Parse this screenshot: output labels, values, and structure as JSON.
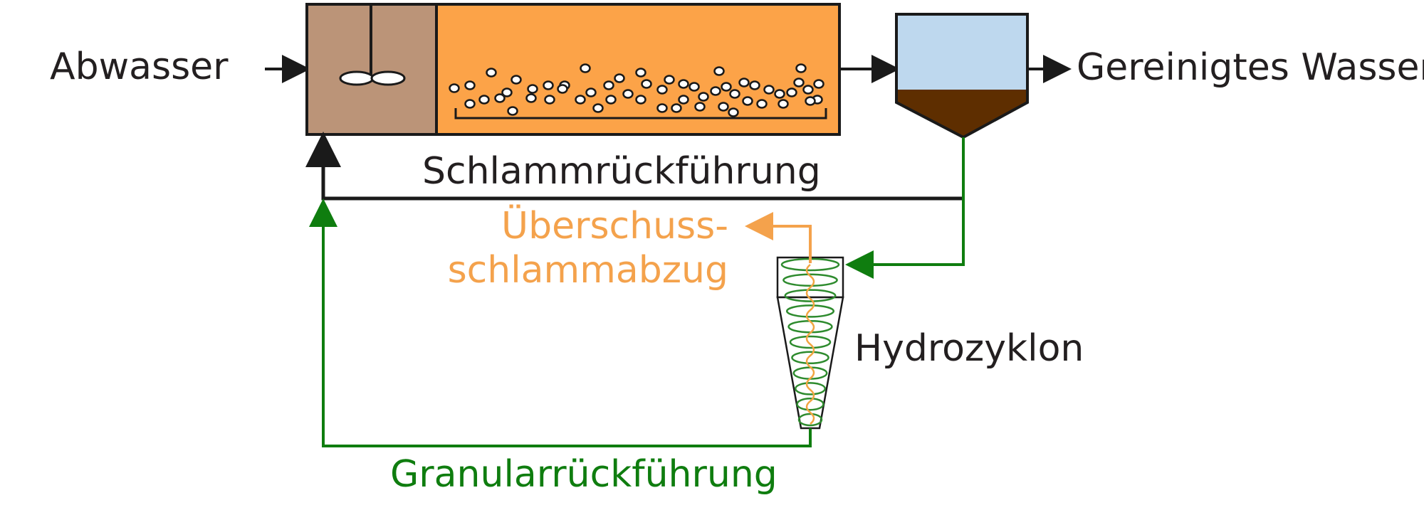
{
  "labels": {
    "inflow": "Abwasser",
    "outflow": "Gereinigtes Wasser",
    "sludge_return": "Schlammrückführung",
    "excess_sludge_line1": "Überschuss-",
    "excess_sludge_line2": "schlammabzug",
    "hydrocyclone": "Hydrozyklon",
    "granular_return": "Granularrückführung"
  },
  "colors": {
    "line": "#1a1a1a",
    "text": "#231f20",
    "green": "#0f7d0f",
    "orange": "#f4a24c",
    "mixing_tank": "#bb9478",
    "reactor": "#fca348",
    "clarifier_water": "#bed8ee",
    "clarifier_sludge": "#5e2e00",
    "cyclone_coil_green": "#2e8b2e",
    "cyclone_coil_orange": "#f2a642"
  }
}
